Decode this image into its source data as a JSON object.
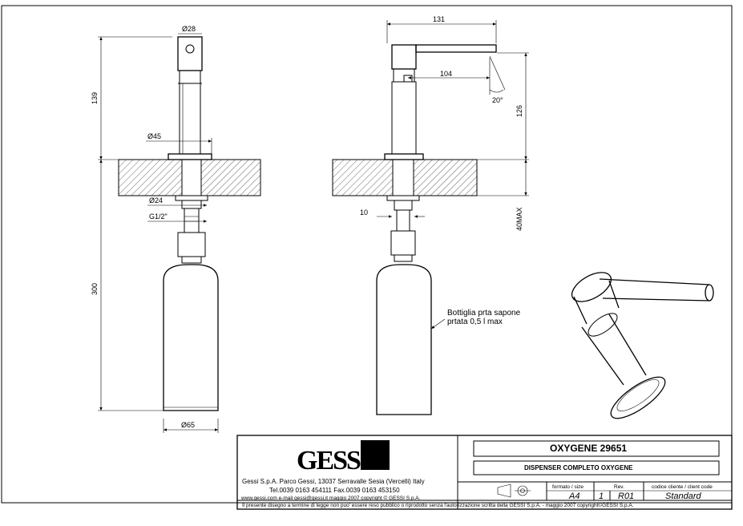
{
  "dimensions": {
    "left_top_dia": "Ø28",
    "left_height_top": "139",
    "left_flange_dia": "Ø45",
    "left_nut_dia": "Ø24",
    "left_thread": "G1/2\"",
    "left_height_bottom": "300",
    "left_bottle_dia": "Ø65",
    "right_width": "131",
    "right_spout": "104",
    "right_angle": "20°",
    "right_height": "126",
    "right_deck_max": "40MAX",
    "right_offset": "10"
  },
  "note": {
    "line1": "Bottiglia prta sapone",
    "line2": "prtata 0,5 l max"
  },
  "title_block": {
    "logo": "GESSI",
    "company_line1": "Gessi S.p.A. Parco Gessi, 13037 Serravalle Sesia (Vercelli) Italy",
    "company_line2": "Tel.0039 0163 454111 Fax.0039 0163 453150",
    "company_line3": "www.gessi.com e-mail gessi@gessi.it   maggio 2007   copyright © GESSI S.p.A.",
    "product_title": "OXYGENE 29651",
    "product_subtitle": "DISPENSER COMPLETO OXYGENE",
    "format_label": "formato / size",
    "format_value": "A4",
    "rev_label": "Rev.",
    "sheet_value": "1",
    "rev_value": "R01",
    "code_label": "codice cliente / client code",
    "code_value": "Standard",
    "footer": "Il presente disegno a termine di legge non puo' essere reso pubblico o riprodotto senza l'autorizzazione scritta della GESSI S.p.A. - maggio 2007  copyright©GESSI S.p.A."
  }
}
